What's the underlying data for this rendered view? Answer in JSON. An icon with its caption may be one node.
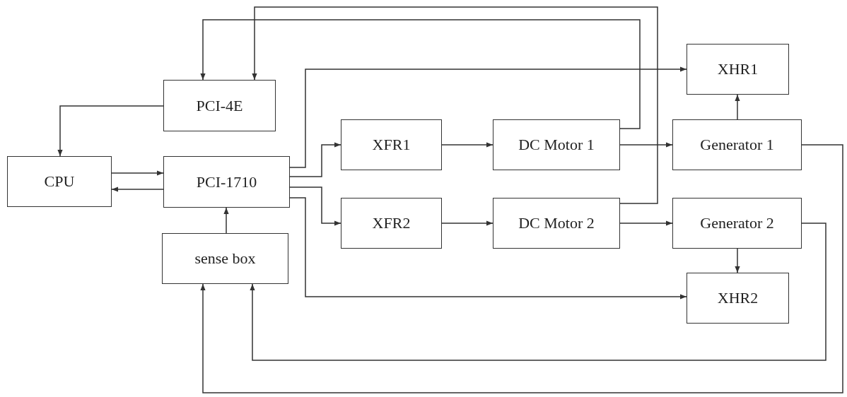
{
  "diagram": {
    "nodes": [
      {
        "text": [
          "PCI-4E"
        ]
      },
      {
        "text": [
          "CPU"
        ]
      },
      {
        "text": [
          "PCI-1710"
        ]
      },
      {
        "text": [
          "sense box"
        ]
      },
      {
        "text": [
          "XFR1"
        ]
      },
      {
        "text": [
          "XFR2"
        ]
      },
      {
        "text": [
          "DC Motor 1"
        ]
      },
      {
        "text": [
          "DC Motor 2"
        ]
      },
      {
        "text": [
          "XHR1"
        ]
      },
      {
        "text": [
          "Generator 1"
        ]
      },
      {
        "text": [
          "Generator 2"
        ]
      },
      {
        "text": [
          "XHR2"
        ]
      }
    ],
    "edges": [
      {
        "from": 0,
        "to": 1,
        "arrow": "to"
      },
      {
        "from": 1,
        "to": 2,
        "arrow": "to"
      },
      {
        "from": 2,
        "to": 1,
        "arrow": "to"
      },
      {
        "from": 3,
        "to": 2,
        "arrow": "to"
      },
      {
        "from": 2,
        "to": 4,
        "arrow": "to"
      },
      {
        "from": 2,
        "to": 5,
        "arrow": "to"
      },
      {
        "from": 2,
        "to": 8,
        "arrow": "to"
      },
      {
        "from": 2,
        "to": 11,
        "arrow": "to"
      },
      {
        "from": 4,
        "to": 6,
        "arrow": "to"
      },
      {
        "from": 5,
        "to": 7,
        "arrow": "to"
      },
      {
        "from": 6,
        "to": 0,
        "arrow": "to"
      },
      {
        "from": 7,
        "to": 0,
        "arrow": "to"
      },
      {
        "from": 6,
        "to": 9,
        "arrow": "to"
      },
      {
        "from": 7,
        "to": 10,
        "arrow": "to"
      },
      {
        "from": 9,
        "to": 8,
        "arrow": "to"
      },
      {
        "from": 10,
        "to": 11,
        "arrow": "to"
      },
      {
        "from": 9,
        "to": 3,
        "arrow": "to"
      },
      {
        "from": 10,
        "to": 3,
        "arrow": "to"
      }
    ]
  }
}
